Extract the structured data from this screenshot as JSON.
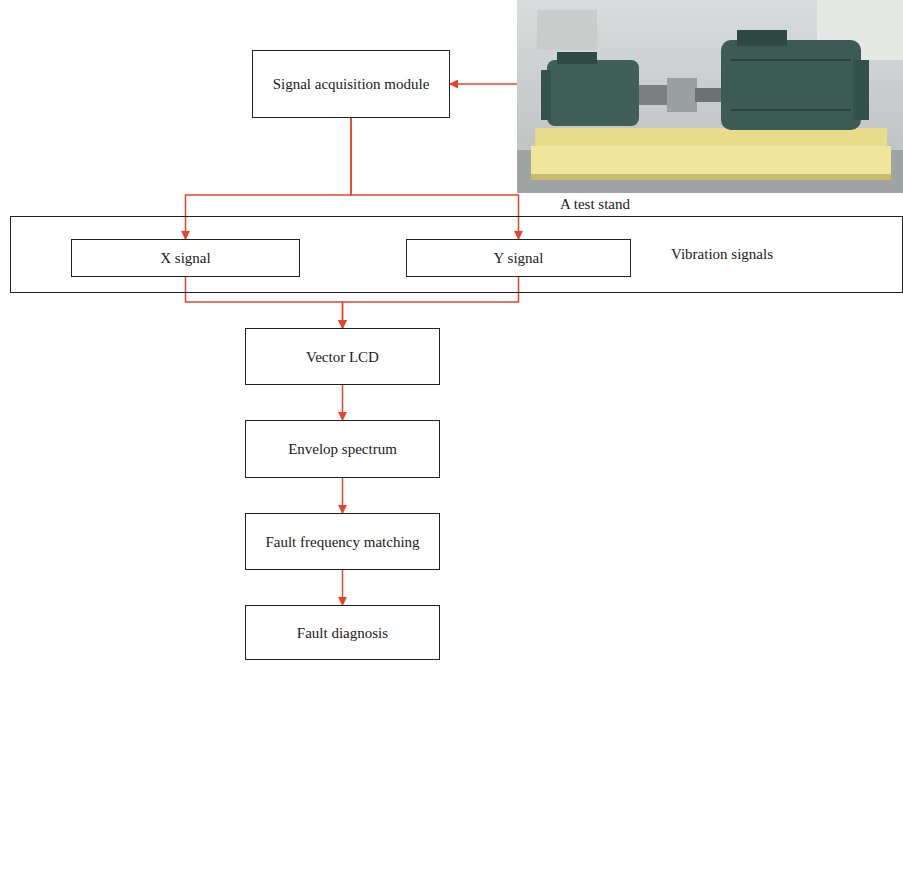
{
  "diagram": {
    "nodes": [
      {
        "text": [
          "Signal acquisition module"
        ]
      },
      {
        "text": [
          "A test stand"
        ]
      },
      {
        "text": [
          "Vibration signals"
        ]
      },
      {
        "text": [
          "X signal"
        ],
        "in": 2
      },
      {
        "text": [
          "Y signal"
        ],
        "in": 2
      },
      {
        "text": [
          "Vector LCD"
        ]
      },
      {
        "text": [
          "Envelop spectrum"
        ]
      },
      {
        "text": [
          "Fault frequency matching"
        ]
      },
      {
        "text": [
          "Fault diagnosis"
        ]
      }
    ],
    "edges": [
      {
        "from": 1,
        "to": 0,
        "arrow": "to"
      },
      {
        "from": 0,
        "to": 3,
        "arrow": "to"
      },
      {
        "from": 0,
        "to": 4,
        "arrow": "to"
      },
      {
        "from": 3,
        "to": 5,
        "arrow": "to"
      },
      {
        "from": 4,
        "to": 5,
        "arrow": "to"
      },
      {
        "from": 5,
        "to": 6,
        "arrow": "to"
      },
      {
        "from": 6,
        "to": 7,
        "arrow": "to"
      },
      {
        "from": 7,
        "to": 8,
        "arrow": "to"
      }
    ]
  }
}
